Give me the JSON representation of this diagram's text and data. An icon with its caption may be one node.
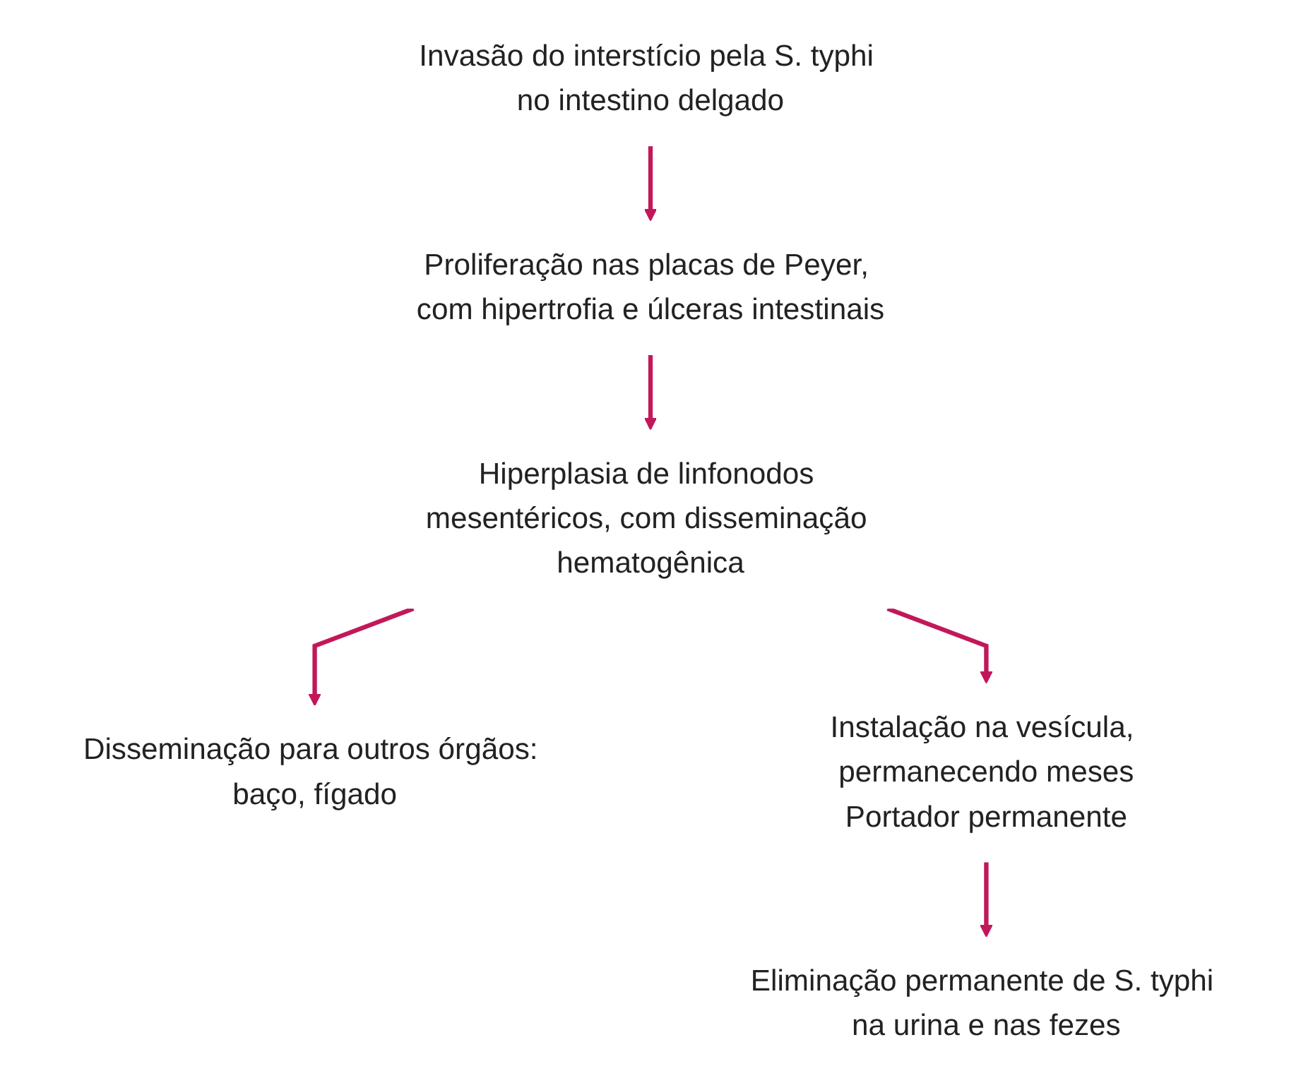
{
  "diagram": {
    "nodes": [
      {
        "text": [
          "Invasão do interstício pela S. typhi no intestino delgado"
        ]
      },
      {
        "text": [
          "Proliferação nas placas de Peyer, com hipertrofia e úlceras intestinais"
        ]
      },
      {
        "text": [
          "Hiperplasia de linfonodos mesentéricos, com disseminação hematogênica"
        ]
      },
      {
        "text": [
          "Disseminação para outros órgãos: baço, fígado"
        ]
      },
      {
        "text": [
          "Instalação na vesícula, permanecendo meses",
          "Portador permanente"
        ]
      },
      {
        "text": [
          "Eliminação permanente de S. typhi na urina e nas fezes"
        ]
      }
    ],
    "edges": [
      {
        "from": 0,
        "to": 1,
        "arrow": "to"
      },
      {
        "from": 1,
        "to": 2,
        "arrow": "to"
      },
      {
        "from": 2,
        "to": 3,
        "arrow": "to"
      },
      {
        "from": 2,
        "to": 4,
        "arrow": "to"
      },
      {
        "from": 4,
        "to": 5,
        "arrow": "to"
      }
    ]
  }
}
